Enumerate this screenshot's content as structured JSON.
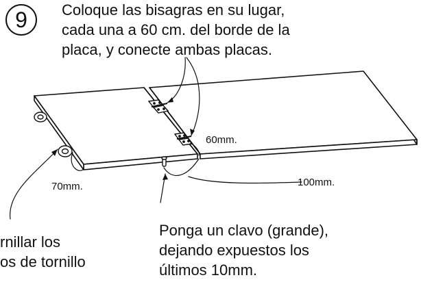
{
  "step": {
    "number": "9"
  },
  "instructions": {
    "top": [
      "Coloque las bisagras en su lugar,",
      "cada una a 60 cm. del borde de la",
      "placa, y conecte ambas placas."
    ],
    "nail": [
      "Ponga un clavo (grande),",
      "dejando expuestos los",
      "últimos 10mm."
    ],
    "left": [
      "rnillar los",
      "os de tornillo"
    ]
  },
  "measurements": {
    "hinge_offset": "60mm.",
    "screw_offset": "70mm.",
    "nail_offset": "100mm."
  }
}
